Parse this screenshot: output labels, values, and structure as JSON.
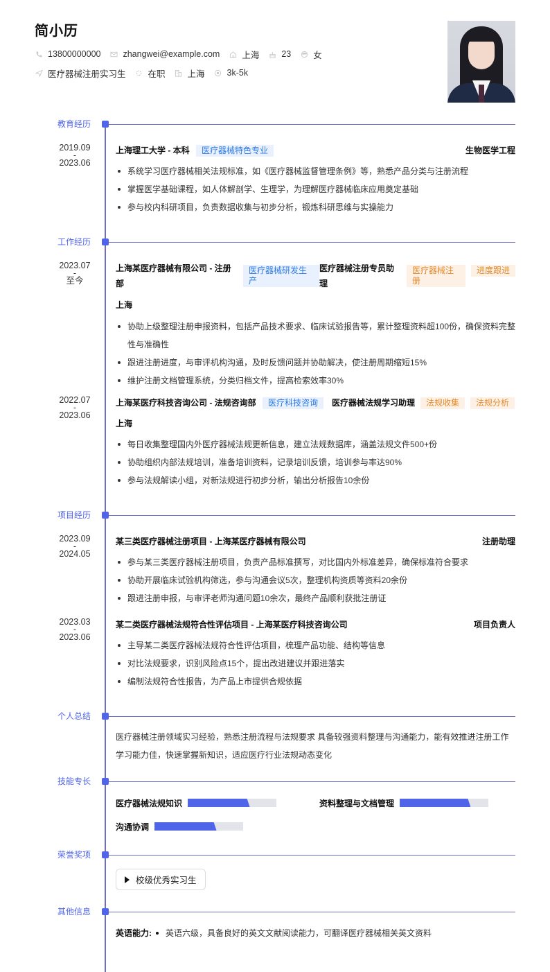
{
  "header": {
    "name": "简小历",
    "contact": [
      {
        "icon": "phone-icon",
        "value": "13800000000"
      },
      {
        "icon": "mail-icon",
        "value": "zhangwei@example.com"
      },
      {
        "icon": "home-icon",
        "value": "上海"
      },
      {
        "icon": "age-icon",
        "value": "23"
      },
      {
        "icon": "gender-icon",
        "value": "女"
      }
    ],
    "intent": [
      {
        "icon": "send-icon",
        "value": "医疗器械注册实习生"
      },
      {
        "icon": "status-icon",
        "value": "在职"
      },
      {
        "icon": "building-icon",
        "value": "上海"
      },
      {
        "icon": "salary-icon",
        "value": "3k-5k"
      }
    ],
    "photo_alt": "证件照"
  },
  "colors": {
    "accent": "#4f64e8",
    "timeline": "#6b6fc8",
    "tag_blue_bg": "#e8f1fd",
    "tag_blue_text": "#2f7be4",
    "tag_orange_bg": "#fdf1e6",
    "tag_orange_text": "#e38b2c"
  },
  "sections": {
    "education": "教育经历",
    "work": "工作经历",
    "projects": "项目经历",
    "summary": "个人总结",
    "skills": "技能专长",
    "awards": "荣誉奖项",
    "other": "其他信息"
  },
  "education": [
    {
      "start": "2019.09",
      "sep": "-",
      "end": "2023.06",
      "school": "上海理工大学 - 本科",
      "tag": "医疗器械特色专业",
      "major": "生物医学工程",
      "bullets": [
        "系统学习医疗器械相关法规标准，如《医疗器械监督管理条例》等，熟悉产品分类与注册流程",
        "掌握医学基础课程，如人体解剖学、生理学，为理解医疗器械临床应用奠定基础",
        "参与校内科研项目，负责数据收集与初步分析，锻炼科研思维与实操能力"
      ]
    }
  ],
  "work": [
    {
      "start": "2023.07",
      "sep": "-",
      "end": "至今",
      "company": "上海某医疗器械有限公司 - 注册部",
      "industry_tag": "医疗器械研发生产",
      "role": "医疗器械注册专员助理",
      "skill_tags": [
        "医疗器械注册",
        "进度跟进"
      ],
      "city": "上海",
      "bullets": [
        "协助上级整理注册申报资料，包括产品技术要求、临床试验报告等，累计整理资料超100份，确保资料完整性与准确性",
        "跟进注册进度，与审评机构沟通，及时反馈问题并协助解决，使注册周期缩短15%",
        "维护注册文档管理系统，分类归档文件，提高检索效率30%"
      ]
    },
    {
      "start": "2022.07",
      "sep": "-",
      "end": "2023.06",
      "company": "上海某医疗科技咨询公司 - 法规咨询部",
      "industry_tag": "医疗科技咨询",
      "role": "医疗器械法规学习助理",
      "skill_tags": [
        "法规收集",
        "法规分析"
      ],
      "city": "上海",
      "bullets": [
        "每日收集整理国内外医疗器械法规更新信息，建立法规数据库，涵盖法规文件500+份",
        "协助组织内部法规培训，准备培训资料，记录培训反馈，培训参与率达90%",
        "参与法规解读小组，对新法规进行初步分析，输出分析报告10余份"
      ]
    }
  ],
  "projects": [
    {
      "start": "2023.09",
      "sep": "-",
      "end": "2024.05",
      "title": "某三类医疗器械注册项目 - 上海某医疗器械有限公司",
      "role": "注册助理",
      "bullets": [
        "参与某三类医疗器械注册项目，负责产品标准撰写，对比国内外标准差异，确保标准符合要求",
        "协助开展临床试验机构筛选，参与沟通会议5次，整理机构资质等资料20余份",
        "跟进注册申报，与审评老师沟通问题10余次，最终产品顺利获批注册证"
      ]
    },
    {
      "start": "2023.03",
      "sep": "-",
      "end": "2023.06",
      "title": "某二类医疗器械法规符合性评估项目 - 上海某医疗科技咨询公司",
      "role": "项目负责人",
      "bullets": [
        "主导某二类医疗器械法规符合性评估项目，梳理产品功能、结构等信息",
        "对比法规要求，识别风险点15个，提出改进建议并跟进落实",
        "编制法规符合性报告，为产品上市提供合规依据"
      ]
    }
  ],
  "summary": {
    "lines": [
      "医疗器械注册领域实习经验，熟悉注册流程与法规要求 具备较强资料整理与沟通能力，能有效推进注册工作",
      "学习能力佳，快速掌握新知识，适应医疗行业法规动态变化"
    ]
  },
  "skills": [
    {
      "label": "医疗器械法规知识",
      "percent": 70
    },
    {
      "label": "资料整理与文档管理",
      "percent": 80
    },
    {
      "label": "沟通协调",
      "percent": 70
    }
  ],
  "awards": [
    {
      "label": "校级优秀实习生"
    }
  ],
  "other": {
    "label": "英语能力:",
    "text": "英语六级，具备良好的英文文献阅读能力，可翻译医疗器械相关英文资料"
  }
}
